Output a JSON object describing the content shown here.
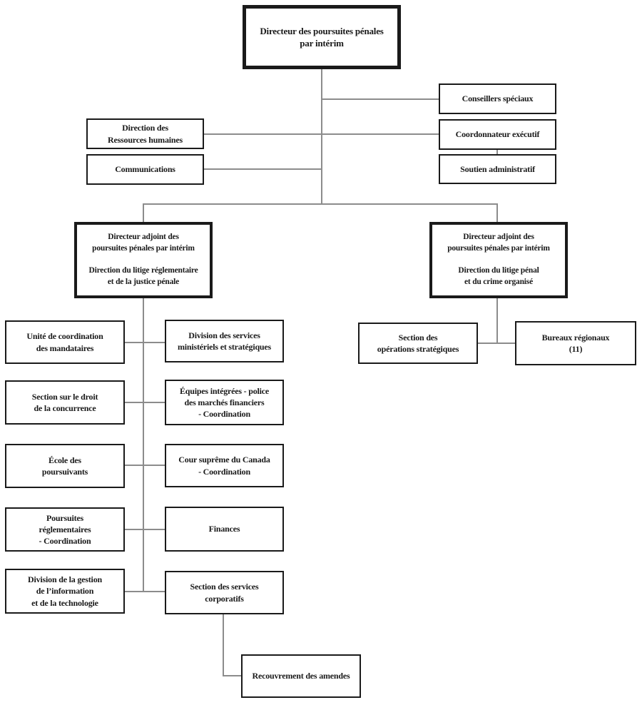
{
  "colors": {
    "background": "#ffffff",
    "box_border": "#1a1a1a",
    "text": "#1a1a1a",
    "connector": "#8c8c8c"
  },
  "nodes": {
    "director": {
      "label": "Directeur des poursuites pénales\npar intérim"
    },
    "conseillers_speciaux": {
      "label": "Conseillers spéciaux"
    },
    "direction_rh": {
      "label": "Direction des\nRessources humaines"
    },
    "coordonnateur_executif": {
      "label": "Coordonnateur exécutif"
    },
    "communications": {
      "label": "Communications"
    },
    "soutien_administratif": {
      "label": "Soutien administratif"
    },
    "directeur_adjoint_reglementaire": {
      "label": "Directeur adjoint des\npoursuites pénales par intérim\n\nDirection du litige réglementaire\net de la justice pénale"
    },
    "directeur_adjoint_penal": {
      "label": "Directeur adjoint des\npoursuites pénales par intérim\n\nDirection du litige pénal\net du crime organisé"
    },
    "unite_coordination_mandataires": {
      "label": "Unité de coordination\ndes mandataires"
    },
    "section_droit_concurrence": {
      "label": "Section sur le droit\nde la concurrence"
    },
    "ecole_poursuivants": {
      "label": "École des\npoursuivants"
    },
    "poursuites_reglementaires": {
      "label": "Poursuites\nréglementaires\n- Coordination"
    },
    "division_gestion_information": {
      "label": "Division de la gestion\nde l’information\net de la technologie"
    },
    "division_services_ministeriels": {
      "label": "Division des services\nministériels et stratégiques"
    },
    "equipes_integrees": {
      "label": "Équipes intégrées - police\ndes marchés financiers\n- Coordination"
    },
    "cour_supreme": {
      "label": "Cour suprême du Canada\n- Coordination"
    },
    "finances": {
      "label": "Finances"
    },
    "section_services_corporatifs": {
      "label": "Section des services\ncorporatifs"
    },
    "section_operations_strategiques": {
      "label": "Section des\nopérations stratégiques"
    },
    "bureaux_regionaux": {
      "label": "Bureaux régionaux\n(11)"
    },
    "recouvrement_amendes": {
      "label": "Recouvrement des amendes"
    }
  },
  "structure": {
    "root": "director",
    "edges": [
      [
        "director",
        "conseillers_speciaux"
      ],
      [
        "director",
        "direction_rh"
      ],
      [
        "director",
        "coordonnateur_executif"
      ],
      [
        "coordonnateur_executif",
        "soutien_administratif"
      ],
      [
        "director",
        "communications"
      ],
      [
        "director",
        "directeur_adjoint_reglementaire"
      ],
      [
        "director",
        "directeur_adjoint_penal"
      ],
      [
        "directeur_adjoint_reglementaire",
        "unite_coordination_mandataires"
      ],
      [
        "directeur_adjoint_reglementaire",
        "division_services_ministeriels"
      ],
      [
        "directeur_adjoint_reglementaire",
        "section_droit_concurrence"
      ],
      [
        "directeur_adjoint_reglementaire",
        "equipes_integrees"
      ],
      [
        "directeur_adjoint_reglementaire",
        "ecole_poursuivants"
      ],
      [
        "directeur_adjoint_reglementaire",
        "cour_supreme"
      ],
      [
        "directeur_adjoint_reglementaire",
        "poursuites_reglementaires"
      ],
      [
        "directeur_adjoint_reglementaire",
        "finances"
      ],
      [
        "directeur_adjoint_reglementaire",
        "division_gestion_information"
      ],
      [
        "directeur_adjoint_reglementaire",
        "section_services_corporatifs"
      ],
      [
        "section_services_corporatifs",
        "recouvrement_amendes"
      ],
      [
        "directeur_adjoint_penal",
        "section_operations_strategiques"
      ],
      [
        "directeur_adjoint_penal",
        "bureaux_regionaux"
      ]
    ]
  }
}
